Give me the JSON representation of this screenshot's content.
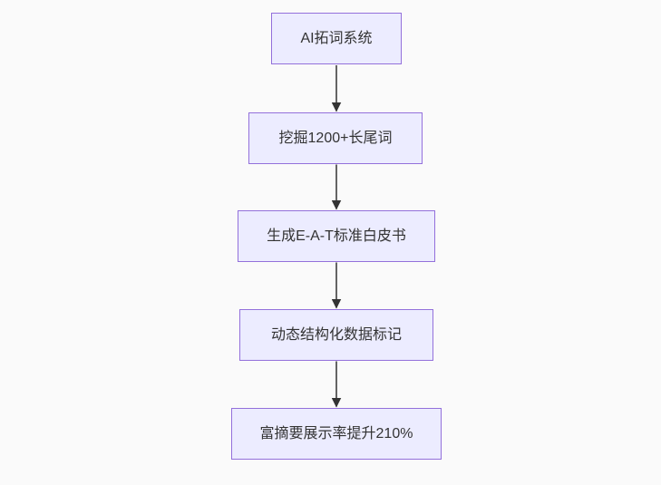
{
  "diagram": {
    "type": "flowchart",
    "direction": "top-down",
    "nodes": [
      {
        "id": "n1",
        "label": "AI拓词系统"
      },
      {
        "id": "n2",
        "label": "挖掘1200+长尾词"
      },
      {
        "id": "n3",
        "label": "生成E-A-T标准白皮书"
      },
      {
        "id": "n4",
        "label": "动态结构化数据标记"
      },
      {
        "id": "n5",
        "label": "富摘要展示率提升210%"
      }
    ],
    "edges": [
      {
        "from": "n1",
        "to": "n2"
      },
      {
        "from": "n2",
        "to": "n3"
      },
      {
        "from": "n3",
        "to": "n4"
      },
      {
        "from": "n4",
        "to": "n5"
      }
    ],
    "colors": {
      "background": "#fafafa",
      "node_fill": "#ECECFF",
      "node_border": "#9370DB",
      "edge": "#333333",
      "text": "#333333"
    }
  }
}
